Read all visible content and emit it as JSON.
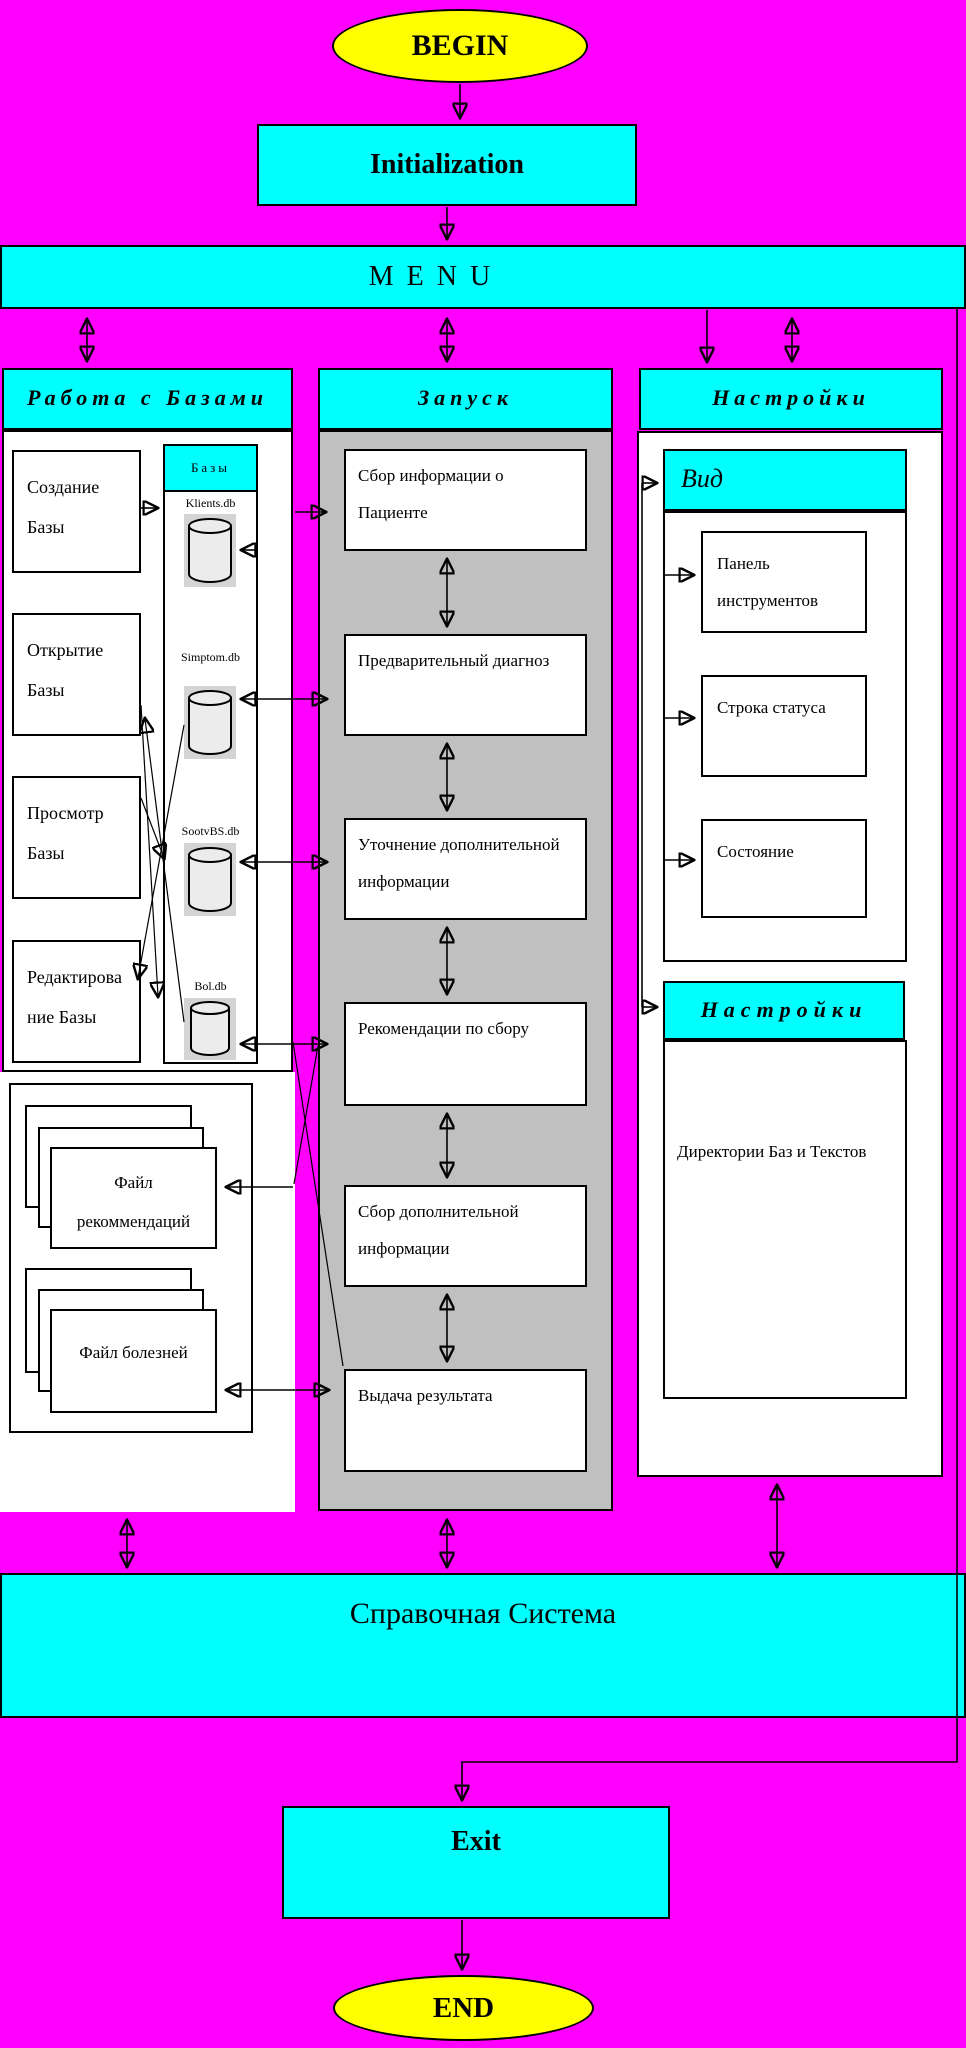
{
  "colors": {
    "background": "#FF00FF",
    "accent_cyan": "#00FFFF",
    "terminal_yellow": "#FFFF00",
    "panel_gray": "#C0C0C0"
  },
  "nodes": {
    "begin": "BEGIN",
    "initialization": "Initialization",
    "menu": "MENU",
    "help_system": "Справочная Система",
    "exit": "Exit",
    "end": "END"
  },
  "left": {
    "header": "Работа с Базами",
    "boxes": [
      "Создание\nБазы",
      "Открытие\nБазы",
      "Просмотр\nБазы",
      "Редактирова\nние Базы"
    ],
    "db_panel": {
      "header": "Базы",
      "databases": [
        "Klients.db",
        "Simptom.db",
        "SootvBS.db",
        "Bol.db"
      ]
    },
    "file_stacks": [
      "Файл\nрекоммендаций",
      "Файл болезней"
    ]
  },
  "middle": {
    "header": "Запуск",
    "steps": [
      "Сбор информации о\nПациенте",
      "Предварительный диагноз",
      "Уточнение дополнительной\nинформации",
      "Рекомендации по сбору",
      "Сбор дополнительной\nинформации",
      "Выдача результата"
    ]
  },
  "right": {
    "header": "Настройки",
    "view": {
      "header": "Вид",
      "items": [
        "Панель\nинструментов",
        "Строка статуса",
        "Состояние"
      ]
    },
    "settings": {
      "header": "Настройки",
      "panel_label": "Директории Баз и Текстов"
    }
  }
}
